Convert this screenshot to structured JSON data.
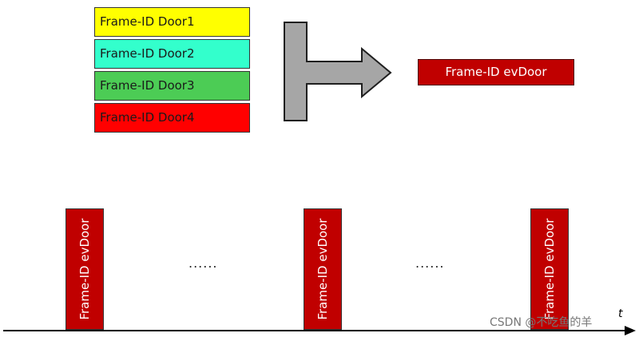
{
  "sources": [
    {
      "label": "Frame-ID Door1",
      "color": "#ffff00"
    },
    {
      "label": "Frame-ID Door2",
      "color": "#33ffcc"
    },
    {
      "label": "Frame-ID Door3",
      "color": "#4ccc55"
    },
    {
      "label": "Frame-ID Door4",
      "color": "#ff0000"
    }
  ],
  "target": {
    "label": "Frame-ID evDoor",
    "color": "#c00000"
  },
  "timeline": {
    "bar_label": "Frame-ID evDoor",
    "ellipsis": "......",
    "axis_label": "t"
  },
  "watermark": "CSDN @不吃鱼的羊"
}
